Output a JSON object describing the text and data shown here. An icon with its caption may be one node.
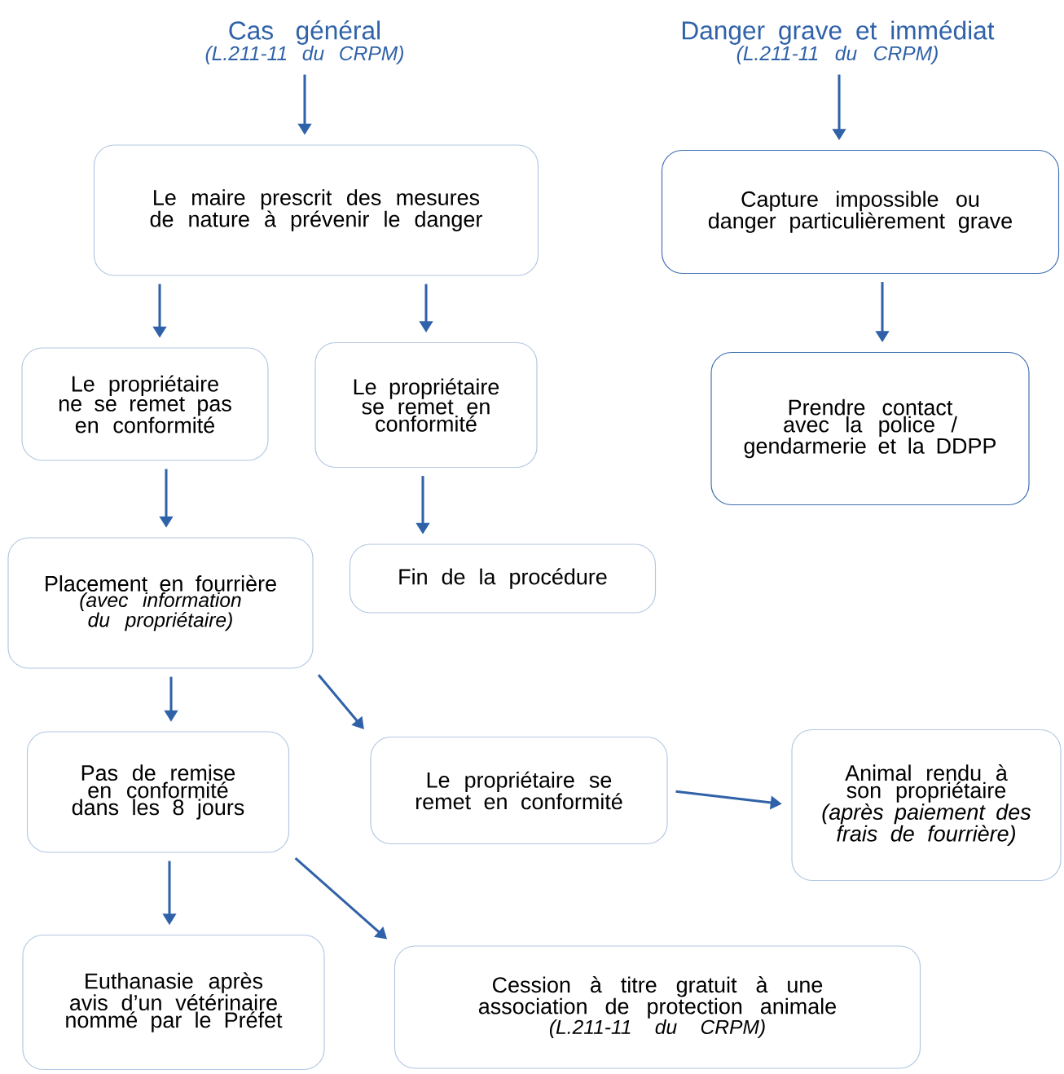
{
  "diagram": {
    "nodes": [
      {
        "text": [
          "Cas général",
          "(L.211-11 du CRPM)"
        ]
      },
      {
        "text": [
          "Danger grave et immédiat",
          "(L.211-11 du CRPM)"
        ]
      },
      {
        "text": [
          "Le maire prescrit des mesures de nature à prévenir le danger"
        ]
      },
      {
        "text": [
          "Capture impossible ou danger particulièrement grave"
        ]
      },
      {
        "text": [
          "Le propriétaire ne se remet pas en conformité"
        ]
      },
      {
        "text": [
          "Le propriétaire se remet en conformité"
        ]
      },
      {
        "text": [
          "Prendre contact avec la police / gendarmerie et la DDPP"
        ]
      },
      {
        "text": [
          "Placement en fourrière",
          "(avec information du propriétaire)"
        ]
      },
      {
        "text": [
          "Fin de la procédure"
        ]
      },
      {
        "text": [
          "Pas de remise en conformité dans les 8 jours"
        ]
      },
      {
        "text": [
          "Le propriétaire se remet en conformité"
        ]
      },
      {
        "text": [
          "Animal rendu à son propriétaire *(après paiement des frais de fourrière)*"
        ]
      },
      {
        "text": [
          "Euthanasie après avis d’un vétérinaire nommé par le Préfet"
        ]
      },
      {
        "text": [
          "Cession à titre gratuit à une association de protection animale",
          "(L.211-11 du CRPM)"
        ]
      }
    ],
    "edges": [
      {
        "from": 0,
        "to": 2,
        "arrow": "to"
      },
      {
        "from": 1,
        "to": 3,
        "arrow": "to"
      },
      {
        "from": 2,
        "to": 4,
        "arrow": "to"
      },
      {
        "from": 2,
        "to": 5,
        "arrow": "to"
      },
      {
        "from": 3,
        "to": 6,
        "arrow": "to"
      },
      {
        "from": 4,
        "to": 7,
        "arrow": "to"
      },
      {
        "from": 5,
        "to": 8,
        "arrow": "to"
      },
      {
        "from": 7,
        "to": 9,
        "arrow": "to"
      },
      {
        "from": 7,
        "to": 10,
        "arrow": "to"
      },
      {
        "from": 10,
        "to": 11,
        "arrow": "to"
      },
      {
        "from": 9,
        "to": 12,
        "arrow": "to"
      },
      {
        "from": 9,
        "to": 13,
        "arrow": "to"
      }
    ]
  }
}
